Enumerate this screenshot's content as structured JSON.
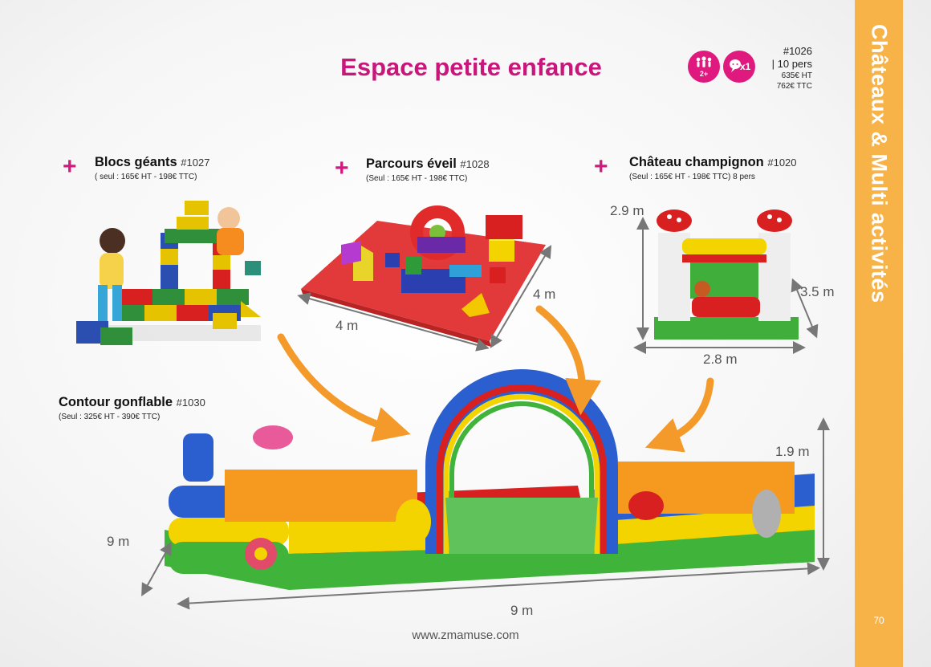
{
  "header": {
    "title": "Espace petite enfance",
    "ref": "#1026",
    "capacity": "| 10 pers",
    "price_ht": "635€ HT",
    "price_ttc": "762€ TTC",
    "badge_age": "2+",
    "badge_count": "x1"
  },
  "sidebar": {
    "title": "Châteaux & Multi activités",
    "page_number": "70",
    "color": "#f7b347"
  },
  "products": {
    "blocs": {
      "name": "Blocs géants",
      "ref": "#1027",
      "price": "( seul : 165€ HT - 198€ TTC)"
    },
    "parcours": {
      "name": "Parcours éveil",
      "ref": "#1028",
      "price": "(Seul : 165€ HT - 198€ TTC)"
    },
    "chateau": {
      "name": "Château champignon",
      "ref": "#1020",
      "price": "(Seul : 165€ HT -  198€ TTC) 8 pers"
    },
    "contour": {
      "name": "Contour  gonflable",
      "ref": "#1030",
      "price": "(Seul : 325€ HT - 390€ TTC)"
    }
  },
  "dimensions": {
    "parcours_width": "4 m",
    "parcours_depth": "4 m",
    "chateau_height": "2.9 m",
    "chateau_depth": "3.5 m",
    "chateau_width": "2.8 m",
    "contour_height": "1.9 m",
    "contour_depth": "9 m",
    "contour_width": "9 m"
  },
  "footer": {
    "url": "www.zmamuse.com"
  },
  "colors": {
    "accent": "#c8167a",
    "plus": "#d3187f",
    "arrow": "#f39a2b"
  }
}
